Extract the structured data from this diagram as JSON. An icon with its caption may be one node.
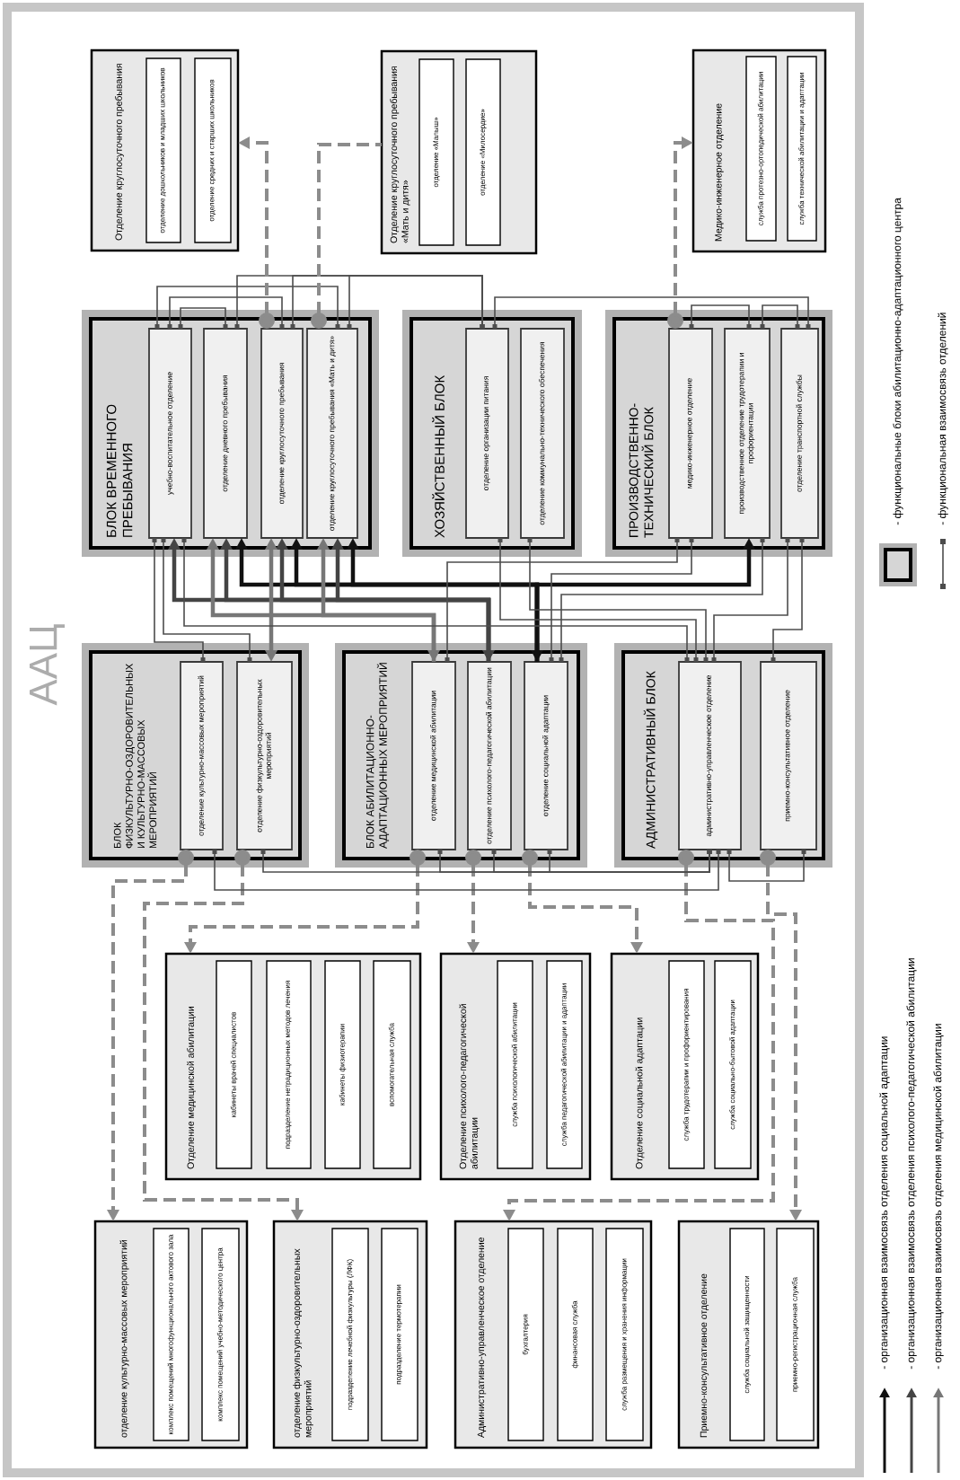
{
  "diagram": {
    "nodes": [
      {
        "text": [
          "ААЦ"
        ]
      },
      {
        "text": [
          "БЛОК ВРЕМЕННОГО ПРЕБЫВАНИЯ"
        ],
        "in": 0
      },
      {
        "text": [
          "учебно-воспитательное отделение"
        ],
        "in": 1
      },
      {
        "text": [
          "отделение дневного пребывания"
        ],
        "in": 1
      },
      {
        "text": [
          "отделение круглосуточного пребывания"
        ],
        "in": 1
      },
      {
        "text": [
          "отделение круглосуточного пребывания «Мать и дитя»"
        ],
        "in": 1
      },
      {
        "text": [
          "ХОЗЯЙСТВЕННЫЙ БЛОК"
        ],
        "in": 0
      },
      {
        "text": [
          "отделение организации питания"
        ],
        "in": 6
      },
      {
        "text": [
          "отделение коммунально-технического обеспечения"
        ],
        "in": 6
      },
      {
        "text": [
          "ПРОИЗВОДСТВЕННО-ТЕХНИЧЕСКИЙ БЛОК"
        ],
        "in": 0
      },
      {
        "text": [
          "медико-инженерное отделение"
        ],
        "in": 9
      },
      {
        "text": [
          "производственное отделение трудотерапии и профориентации"
        ],
        "in": 9
      },
      {
        "text": [
          "отделение транспортной службы"
        ],
        "in": 9
      },
      {
        "text": [
          "БЛОК ФИЗКУЛЬТУРНО-ОЗДОРОВИТЕЛЬНЫХ И КУЛЬТУРНО-МАССОВЫХ МЕРОПРИЯТИЙ"
        ],
        "in": 0
      },
      {
        "text": [
          "отделение культурно-массовых мероприятий"
        ],
        "in": 13
      },
      {
        "text": [
          "отделение физкультурно-оздоровительных мероприятий"
        ],
        "in": 13
      },
      {
        "text": [
          "БЛОК АБИЛИТАЦИОННО-АДАПТАЦИОННЫХ МЕРОПРИЯТИЙ"
        ],
        "in": 0
      },
      {
        "text": [
          "отделение медицинской абилитации"
        ],
        "in": 16
      },
      {
        "text": [
          "отделение психолого-педагогической абилитации"
        ],
        "in": 16
      },
      {
        "text": [
          "отделение социальной адаптации"
        ],
        "in": 16
      },
      {
        "text": [
          "АДМИНИСТРАТИВНЫЙ БЛОК"
        ],
        "in": 0
      },
      {
        "text": [
          "административно-управленческое отделение"
        ],
        "in": 20
      },
      {
        "text": [
          "приемно-консультативное отделение"
        ],
        "in": 20
      },
      {
        "text": [
          "Отделение круглосуточного пребывания"
        ],
        "in": 0
      },
      {
        "text": [
          "отделение дошкольников и младших школьников"
        ],
        "in": 23
      },
      {
        "text": [
          "отделение средних и старших школьников"
        ],
        "in": 23
      },
      {
        "text": [
          "Отделение круглосуточного пребывания «Мать и дитя»"
        ],
        "in": 0
      },
      {
        "text": [
          "отделение «Малыш»"
        ],
        "in": 26
      },
      {
        "text": [
          "отделение «Милосердие»"
        ],
        "in": 26
      },
      {
        "text": [
          "Медико-инженерное отделение"
        ],
        "in": 0
      },
      {
        "text": [
          "служба протезно-ортопедической абилитации"
        ],
        "in": 29
      },
      {
        "text": [
          "служба технической абилитации и адаптации"
        ],
        "in": 29
      },
      {
        "text": [
          "Отделение медицинской абилитации"
        ],
        "in": 0
      },
      {
        "text": [
          "кабинеты врачей специалистов"
        ],
        "in": 32
      },
      {
        "text": [
          "подразделение нетрадиционных методов лечения"
        ],
        "in": 32
      },
      {
        "text": [
          "кабинеты физиотерапии"
        ],
        "in": 32
      },
      {
        "text": [
          "вспомогательная служба"
        ],
        "in": 32
      },
      {
        "text": [
          "Отделение психолого-педагогической абилитации"
        ],
        "in": 0
      },
      {
        "text": [
          "служба психологической абилитации"
        ],
        "in": 37
      },
      {
        "text": [
          "служба педагогической абилитации и адаптации"
        ],
        "in": 37
      },
      {
        "text": [
          "Отделение социальной адаптации"
        ],
        "in": 0
      },
      {
        "text": [
          "служба трудотерапии и профориентирования"
        ],
        "in": 40
      },
      {
        "text": [
          "служба социально-бытовой адаптации"
        ],
        "in": 40
      },
      {
        "text": [
          "отделение культурно-массовых мероприятий"
        ],
        "in": 0
      },
      {
        "text": [
          "комплекс помещений многофункционального актового зала"
        ],
        "in": 43
      },
      {
        "text": [
          "комплекс помещений учебно-методического центра"
        ],
        "in": 43
      },
      {
        "text": [
          "отделение физкультурно-оздоровительных мероприятий"
        ],
        "in": 0
      },
      {
        "text": [
          "подразделение лечебной физкультуры (ЛФК)"
        ],
        "in": 46
      },
      {
        "text": [
          "подразделение термотерапии"
        ],
        "in": 46
      },
      {
        "text": [
          "Административно-управленческое отделение"
        ],
        "in": 0
      },
      {
        "text": [
          "бухгалтерия"
        ],
        "in": 49
      },
      {
        "text": [
          "финансовая служба"
        ],
        "in": 49
      },
      {
        "text": [
          "служба размещения и хранения информации"
        ],
        "in": 49
      },
      {
        "text": [
          "Приемно-консультативное отделение"
        ],
        "in": 0
      },
      {
        "text": [
          "служба социальной защищенности"
        ],
        "in": 53
      },
      {
        "text": [
          "приемно-регистрационная служба"
        ],
        "in": 53
      }
    ],
    "edges": [
      {
        "from": 2,
        "to": 3,
        "arrow": "other"
      },
      {
        "from": 2,
        "to": 4,
        "arrow": "other"
      },
      {
        "from": 2,
        "to": 5,
        "arrow": "other"
      },
      {
        "from": 7,
        "to": 3,
        "arrow": "other"
      },
      {
        "from": 7,
        "to": 4,
        "arrow": "other"
      },
      {
        "from": 7,
        "to": 5,
        "arrow": "other"
      },
      {
        "from": 7,
        "to": 12,
        "arrow": "other"
      },
      {
        "from": 10,
        "to": 11,
        "arrow": "other"
      },
      {
        "from": 11,
        "to": 12,
        "arrow": "other"
      },
      {
        "from": 4,
        "to": 23,
        "arrow": "to",
        "style": "dashed",
        "color": "#8c8c8c"
      },
      {
        "from": 5,
        "to": 26,
        "arrow": "other",
        "style": "dashed",
        "color": "#8c8c8c"
      },
      {
        "from": 10,
        "to": 29,
        "arrow": "to",
        "style": "dashed",
        "color": "#8c8c8c"
      },
      {
        "from": 14,
        "to": 43,
        "arrow": "to",
        "style": "dashed",
        "color": "#8c8c8c"
      },
      {
        "from": 15,
        "to": 46,
        "arrow": "to",
        "style": "dashed",
        "color": "#8c8c8c"
      },
      {
        "from": 17,
        "to": 32,
        "arrow": "to",
        "style": "dashed",
        "color": "#8c8c8c"
      },
      {
        "from": 18,
        "to": 37,
        "arrow": "to",
        "style": "dashed",
        "color": "#8c8c8c"
      },
      {
        "from": 19,
        "to": 40,
        "arrow": "to",
        "style": "dashed",
        "color": "#8c8c8c"
      },
      {
        "from": 21,
        "to": 49,
        "arrow": "to",
        "style": "dashed",
        "color": "#8c8c8c"
      },
      {
        "from": 22,
        "to": 53,
        "arrow": "to",
        "style": "dashed",
        "color": "#8c8c8c"
      },
      {
        "from": 19,
        "to": 3,
        "arrow": "both",
        "style": "thick",
        "color": "#111111"
      },
      {
        "from": 19,
        "to": 4,
        "arrow": "to",
        "style": "thick",
        "color": "#111111"
      },
      {
        "from": 19,
        "to": 5,
        "arrow": "to",
        "style": "thick",
        "color": "#111111"
      },
      {
        "from": 19,
        "to": 11,
        "arrow": "to",
        "style": "thick",
        "color": "#111111"
      },
      {
        "from": 18,
        "to": 2,
        "arrow": "both",
        "style": "thick",
        "color": "#444444"
      },
      {
        "from": 18,
        "to": 3,
        "arrow": "to",
        "style": "thick",
        "color": "#444444"
      },
      {
        "from": 18,
        "to": 4,
        "arrow": "to",
        "style": "thick",
        "color": "#444444"
      },
      {
        "from": 18,
        "to": 5,
        "arrow": "to",
        "style": "thick",
        "color": "#444444"
      },
      {
        "from": 17,
        "to": 3,
        "arrow": "both",
        "style": "thick",
        "color": "#777777"
      },
      {
        "from": 17,
        "to": 5,
        "arrow": "to",
        "style": "thick",
        "color": "#777777"
      },
      {
        "from": 4,
        "to": 15,
        "arrow": "both",
        "style": "thick",
        "color": "#777777"
      },
      {
        "from": 2,
        "to": 14,
        "arrow": "other"
      },
      {
        "from": 2,
        "to": 15,
        "arrow": "other"
      },
      {
        "from": 2,
        "to": 21,
        "arrow": "other"
      },
      {
        "from": 7,
        "to": 21,
        "arrow": "other"
      },
      {
        "from": 8,
        "to": 21,
        "arrow": "other"
      },
      {
        "from": 17,
        "to": 10,
        "arrow": "other"
      },
      {
        "from": 19,
        "to": 10,
        "arrow": "other"
      },
      {
        "from": 19,
        "to": 11,
        "arrow": "other"
      },
      {
        "from": 12,
        "to": 21,
        "arrow": "other"
      },
      {
        "from": 12,
        "to": 22,
        "arrow": "other"
      },
      {
        "from": 14,
        "to": 21,
        "arrow": "other"
      },
      {
        "from": 15,
        "to": 21,
        "arrow": "other"
      },
      {
        "from": 17,
        "to": 21,
        "arrow": "other"
      },
      {
        "from": 18,
        "to": 21,
        "arrow": "other"
      },
      {
        "from": 19,
        "to": 21,
        "arrow": "other"
      },
      {
        "from": 21,
        "to": 22,
        "arrow": "other"
      }
    ],
    "legend": [
      {
        "text": "- организационная взаимосвязь отделения социальной адаптации"
      },
      {
        "text": "- организационная взаимосвязь отделения психолого-педагогической абилитации"
      },
      {
        "text": "- организационная взаимосвязь отделения медицинской абилитации"
      },
      {
        "text": "- функциональные блоки абилитационно-адаптационного центра"
      },
      {
        "text": "- функциональная взаимосвязь отделений"
      }
    ]
  }
}
